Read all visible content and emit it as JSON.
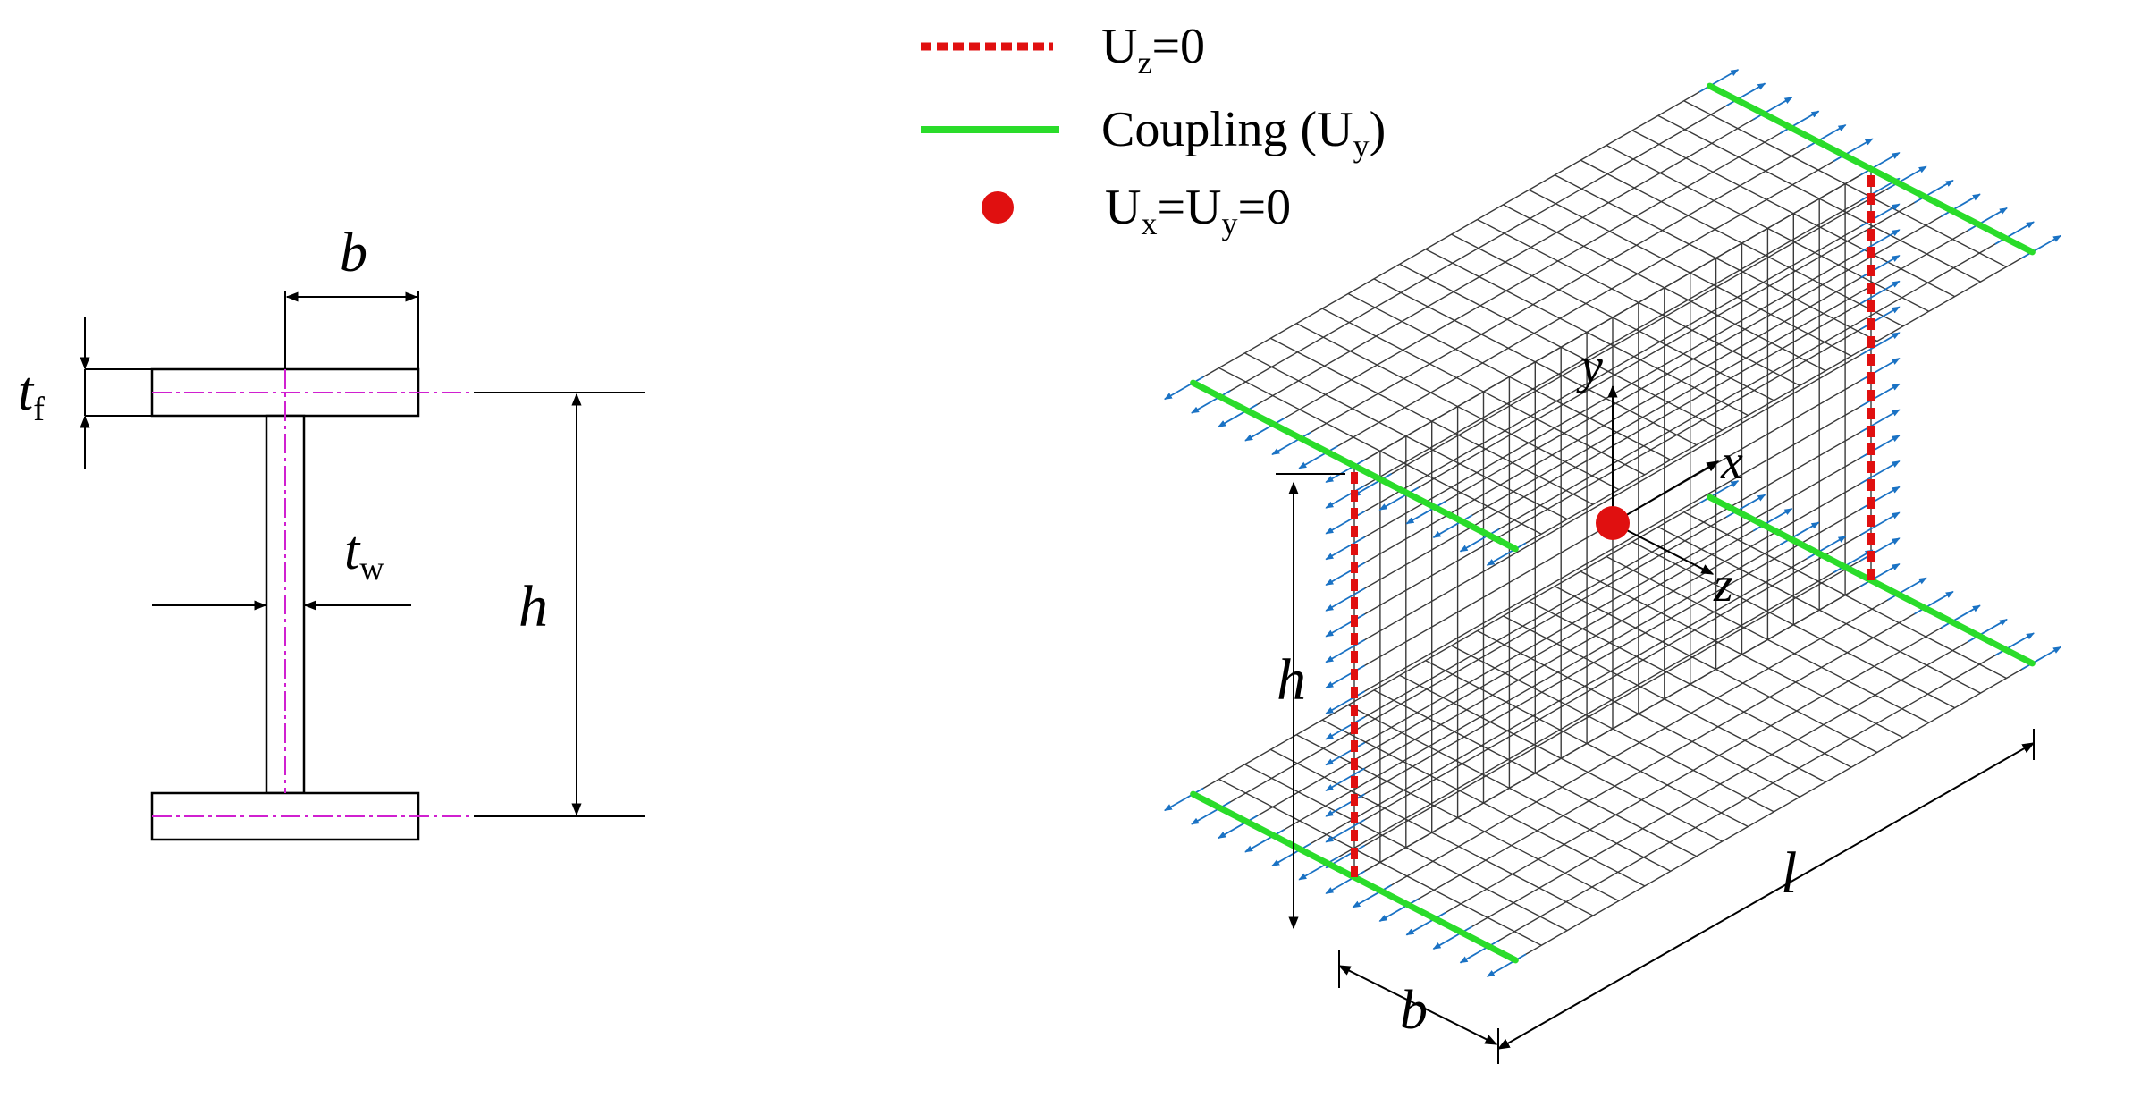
{
  "section": {
    "labels": {
      "b": "b",
      "t_f_main": "t",
      "t_f_sub": "f",
      "t_w_main": "t",
      "t_w_sub": "w",
      "h": "h"
    }
  },
  "legend": {
    "items": [
      {
        "kind": "dashed-line",
        "color": "#e01010",
        "main": "U",
        "sub": "z",
        "rest": "=0"
      },
      {
        "kind": "solid-line",
        "color": "#2adc2a",
        "text": "Coupling (U",
        "sub": "y",
        "tail": ")"
      },
      {
        "kind": "dot",
        "color": "#e01010",
        "main": "U",
        "sub1": "x",
        "mid": "=U",
        "sub2": "y",
        "rest": "=0"
      }
    ]
  },
  "model": {
    "axes": {
      "x": "x",
      "y": "y",
      "z": "z"
    },
    "dims": {
      "h": "h",
      "l": "l",
      "b": "b"
    },
    "colors": {
      "mesh": "#3a3a3a",
      "arrow": "#1a72c4",
      "coupling": "#2adc2a",
      "constraint": "#e01010",
      "centerline": "#d020d0"
    }
  }
}
